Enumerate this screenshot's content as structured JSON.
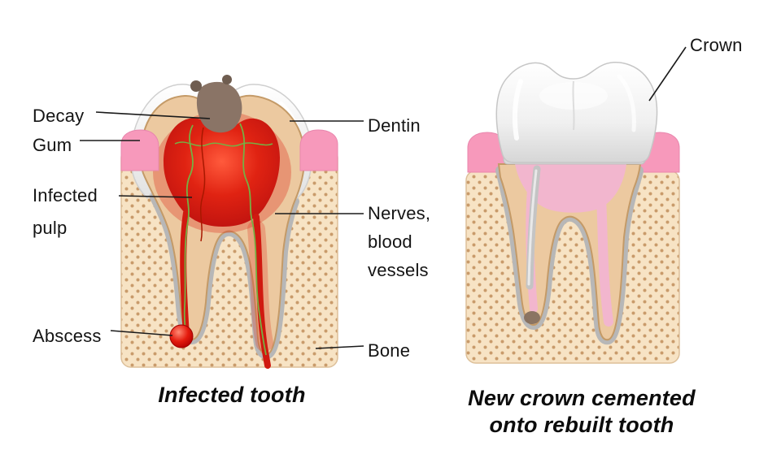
{
  "left_diagram": {
    "caption": "Infected tooth",
    "labels": {
      "decay": "Decay",
      "gum": "Gum",
      "infected_pulp": "Infected\npulp",
      "abscess": "Abscess",
      "dentin": "Dentin",
      "nerves": "Nerves,\nblood\nvessels",
      "bone": "Bone"
    }
  },
  "right_diagram": {
    "caption": "New crown cemented\nonto rebuilt tooth",
    "labels": {
      "crown": "Crown"
    }
  },
  "colors": {
    "background": "#ffffff",
    "label_text": "#141414",
    "leader_line": "#1a1a1a",
    "gum_pink": "#f799bb",
    "gum_outline": "#e886ad",
    "bone_beige": "#f7e3c4",
    "bone_dots": "#c99b6b",
    "bone_outline": "#ddc09a",
    "dentin": "#ecc9a0",
    "dentin_outline": "#c49a67",
    "enamel": "#f4f4f4",
    "pulp_red": "#d01910",
    "infection_glow": "#e03322",
    "decay_brown": "#8a7466",
    "decay_dark": "#6f5d50",
    "abscess_red": "#e01515",
    "nerve_green": "#76b043",
    "vessel_dark_red": "#a81800",
    "ligament_gray": "#b7b7b7",
    "crown_white": "#f5f5f5",
    "canal_filling_pink": "#f2b6ce",
    "post_gray": "#c4c4c4",
    "cement_gray": "#d9d9d9",
    "apex_spot": "#86705f"
  }
}
